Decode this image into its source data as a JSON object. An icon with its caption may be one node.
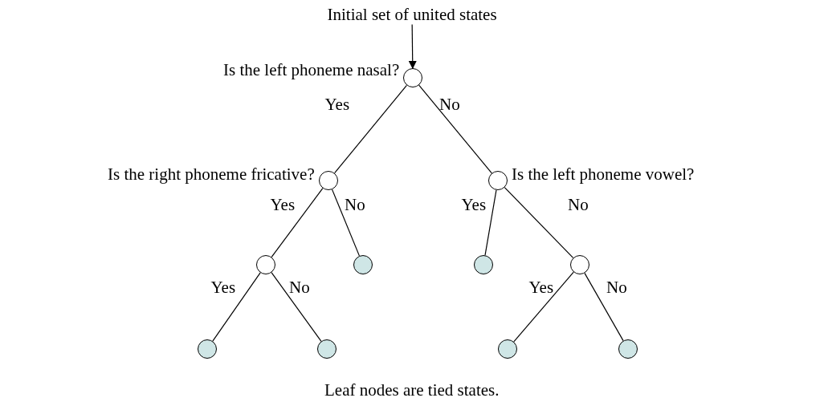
{
  "diagram": {
    "caption": "Leaf nodes are tied states.",
    "nodes": [
      {
        "text": [
          "Initial set of united states"
        ]
      },
      {
        "text": [],
        "shape": "circle",
        "beside": [
          "Is the left phoneme nasal?"
        ]
      },
      {
        "text": [],
        "shape": "circle",
        "beside": [
          "Is the right phoneme fricative?"
        ]
      },
      {
        "text": [],
        "shape": "circle",
        "beside": [
          "Is the left phoneme vowel?"
        ]
      },
      {
        "text": [],
        "shape": "circle"
      },
      {
        "text": [],
        "shape": "circle"
      },
      {
        "text": [],
        "shape": "circle"
      },
      {
        "text": [],
        "shape": "circle"
      },
      {
        "text": [],
        "shape": "circle"
      },
      {
        "text": [],
        "shape": "circle"
      },
      {
        "text": [],
        "shape": "circle"
      },
      {
        "text": [],
        "shape": "circle"
      }
    ],
    "edges": [
      {
        "from": 0,
        "to": 1,
        "arrow": "to"
      },
      {
        "from": 1,
        "to": 2,
        "arrow": "none",
        "label": "Yes"
      },
      {
        "from": 1,
        "to": 3,
        "arrow": "none",
        "label": "No"
      },
      {
        "from": 2,
        "to": 4,
        "arrow": "none",
        "label": "Yes"
      },
      {
        "from": 2,
        "to": 5,
        "arrow": "none",
        "label": "No"
      },
      {
        "from": 3,
        "to": 6,
        "arrow": "none",
        "label": "Yes"
      },
      {
        "from": 3,
        "to": 7,
        "arrow": "none",
        "label": "No"
      },
      {
        "from": 4,
        "to": 8,
        "arrow": "none",
        "label": "Yes"
      },
      {
        "from": 4,
        "to": 9,
        "arrow": "none",
        "label": "No"
      },
      {
        "from": 7,
        "to": 10,
        "arrow": "none",
        "label": "Yes"
      },
      {
        "from": 7,
        "to": 11,
        "arrow": "none",
        "label": "No"
      }
    ]
  }
}
